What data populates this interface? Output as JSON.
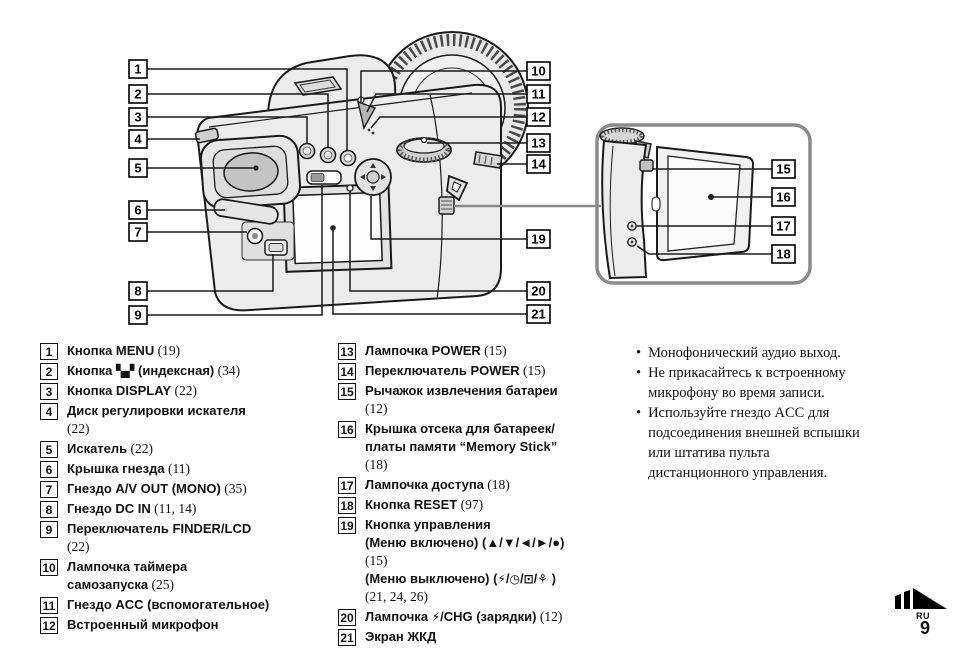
{
  "diagram": {
    "callouts": {
      "n1": "1",
      "n2": "2",
      "n3": "3",
      "n4": "4",
      "n5": "5",
      "n6": "6",
      "n7": "7",
      "n8": "8",
      "n9": "9",
      "n10": "10",
      "n11": "11",
      "n12": "12",
      "n13": "13",
      "n14": "14",
      "n15": "15",
      "n16": "16",
      "n17": "17",
      "n18": "18",
      "n19": "19",
      "n20": "20",
      "n21": "21"
    }
  },
  "legend": {
    "columns": [
      {
        "items": [
          {
            "num": "1",
            "parts": [
              {
                "s": "b",
                "t": "Кнопка MENU"
              },
              {
                "s": "r",
                "t": " (19)"
              }
            ]
          },
          {
            "num": "2",
            "parts": [
              {
                "s": "b",
                "t": "Кнопка "
              },
              {
                "s": "i",
                "t": "▚▞",
                "n": "index-icon"
              },
              {
                "s": "b",
                "t": " (индексная)"
              },
              {
                "s": "r",
                "t": " (34)"
              }
            ]
          },
          {
            "num": "3",
            "parts": [
              {
                "s": "b",
                "t": "Кнопка DISPLAY"
              },
              {
                "s": "r",
                "t": " (22)"
              }
            ]
          },
          {
            "num": "4",
            "parts": [
              {
                "s": "b",
                "t": "Диск регулировки искателя\n"
              },
              {
                "s": "r",
                "t": "(22)"
              }
            ]
          },
          {
            "num": "5",
            "parts": [
              {
                "s": "b",
                "t": "Искатель"
              },
              {
                "s": "r",
                "t": " (22)"
              }
            ]
          },
          {
            "num": "6",
            "parts": [
              {
                "s": "b",
                "t": "Крышка гнезда"
              },
              {
                "s": "r",
                "t": " (11)"
              }
            ]
          },
          {
            "num": "7",
            "parts": [
              {
                "s": "b",
                "t": "Гнездо A/V OUT (MONO)"
              },
              {
                "s": "r",
                "t": " (35)"
              }
            ]
          },
          {
            "num": "8",
            "parts": [
              {
                "s": "b",
                "t": "Гнездо DC IN"
              },
              {
                "s": "r",
                "t": " (11, 14)"
              }
            ]
          },
          {
            "num": "9",
            "parts": [
              {
                "s": "b",
                "t": "Переключатель FINDER/LCD\n"
              },
              {
                "s": "r",
                "t": "(22)"
              }
            ]
          },
          {
            "num": "10",
            "parts": [
              {
                "s": "b",
                "t": "Лампочка таймера\nсамозапуска"
              },
              {
                "s": "r",
                "t": " (25)"
              }
            ]
          },
          {
            "num": "11",
            "parts": [
              {
                "s": "b",
                "t": "Гнездо ACC (вспомогательное)"
              }
            ]
          },
          {
            "num": "12",
            "parts": [
              {
                "s": "b",
                "t": "Встроенный микрофон"
              }
            ]
          }
        ]
      },
      {
        "items": [
          {
            "num": "13",
            "parts": [
              {
                "s": "b",
                "t": "Лампочка POWER"
              },
              {
                "s": "r",
                "t": " (15)"
              }
            ]
          },
          {
            "num": "14",
            "parts": [
              {
                "s": "b",
                "t": "Переключатель POWER"
              },
              {
                "s": "r",
                "t": " (15)"
              }
            ]
          },
          {
            "num": "15",
            "parts": [
              {
                "s": "b",
                "t": "Рычажок извлечения батареи\n"
              },
              {
                "s": "r",
                "t": "(12)"
              }
            ]
          },
          {
            "num": "16",
            "parts": [
              {
                "s": "b",
                "t": "Крышка отсека для батареек/\nплаты памяти “Memory Stick”\n"
              },
              {
                "s": "r",
                "t": "(18)"
              }
            ]
          },
          {
            "num": "17",
            "parts": [
              {
                "s": "b",
                "t": "Лампочка доступа"
              },
              {
                "s": "r",
                "t": " (18)"
              }
            ]
          },
          {
            "num": "18",
            "parts": [
              {
                "s": "b",
                "t": "Кнопка RESET"
              },
              {
                "s": "r",
                "t": " (97)"
              }
            ]
          },
          {
            "num": "19",
            "parts": [
              {
                "s": "b",
                "t": "Кнопка управления\n(Меню включено) (▲/▼/◄/►/●)\n"
              },
              {
                "s": "r",
                "t": "(15)\n"
              },
              {
                "s": "b",
                "t": "(Меню выключено) ("
              },
              {
                "s": "i",
                "t": "⚡",
                "n": "flash-icon"
              },
              {
                "s": "b",
                "t": "/"
              },
              {
                "s": "i",
                "t": "◷",
                "n": "self-timer-icon"
              },
              {
                "s": "b",
                "t": "/"
              },
              {
                "s": "i",
                "t": "⊡",
                "n": "quick-review-icon"
              },
              {
                "s": "b",
                "t": "/"
              },
              {
                "s": "i",
                "t": "⚘",
                "n": "macro-icon"
              },
              {
                "s": "b",
                "t": " )\n"
              },
              {
                "s": "r",
                "t": "(21, 24, 26)"
              }
            ]
          },
          {
            "num": "20",
            "parts": [
              {
                "s": "b",
                "t": "Лампочка "
              },
              {
                "s": "i",
                "t": "⚡",
                "n": "flash-icon"
              },
              {
                "s": "b",
                "t": "/CHG (зарядки)"
              },
              {
                "s": "r",
                "t": " (12)"
              }
            ]
          },
          {
            "num": "21",
            "parts": [
              {
                "s": "b",
                "t": "Экран ЖКД"
              }
            ]
          }
        ]
      }
    ]
  },
  "notes": [
    "Монофонический аудио выход.",
    "Не прикасайтесь к встроенному\nмикрофону во время записи.",
    "Используйте гнездо ACC для\nподсоединения внешней вспышки\nили штатива пульта\nдистанционного управления."
  ],
  "footer": {
    "lang": "RU",
    "page_number": "9"
  },
  "colors": {
    "ink": "#1a1a1a",
    "panel_gray": "#ececec",
    "inset_border": "#8a8a8a"
  }
}
